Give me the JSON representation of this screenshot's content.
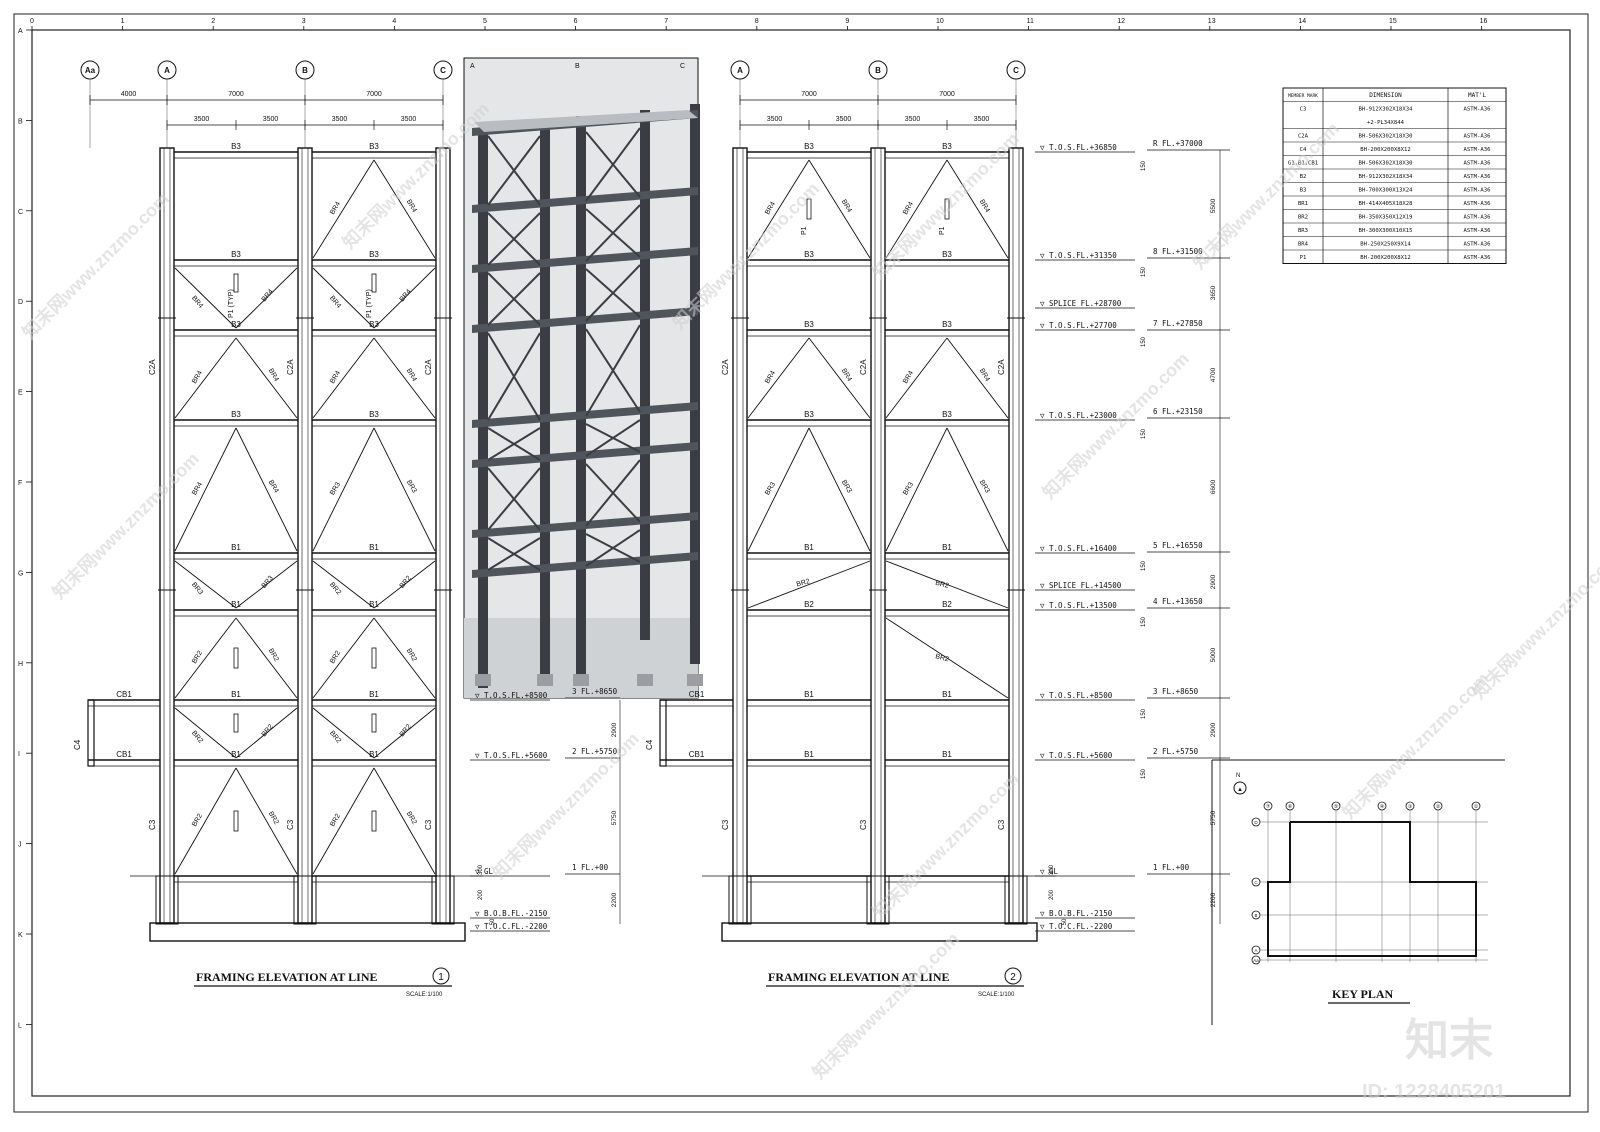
{
  "ruler": {
    "top": [
      "0",
      "1",
      "2",
      "3",
      "4",
      "5",
      "6",
      "7",
      "8",
      "9",
      "10",
      "11",
      "12",
      "13",
      "14",
      "15",
      "16"
    ],
    "left": [
      "A",
      "B",
      "C",
      "D",
      "E",
      "F",
      "G",
      "H",
      "I",
      "J",
      "K",
      "L"
    ]
  },
  "elev1": {
    "grid_labels": [
      "Aa",
      "A",
      "B",
      "C"
    ],
    "dim_top": [
      "4000",
      "7000",
      "7000"
    ],
    "dim_sub": [
      "3500",
      "3500",
      "3500",
      "3500"
    ],
    "title": "FRAMING ELEVATION AT LINE",
    "num": "1",
    "scale": "SCALE:1/100",
    "cols": [
      "C2A",
      "C2A",
      "C2A",
      "C3",
      "C3",
      "C3"
    ],
    "beams": [
      "B3",
      "B3",
      "B3",
      "B3",
      "B3",
      "B3",
      "B3",
      "B3",
      "B1",
      "B1",
      "B1",
      "B1",
      "B1",
      "B1",
      "B1",
      "B1",
      "CB1",
      "CB1"
    ],
    "braces": [
      "BR4",
      "BR4",
      "BR4",
      "BR4",
      "BR4",
      "BR4",
      "BR4",
      "BR4",
      "BR4",
      "BR4",
      "BR4",
      "BR4",
      "BR3",
      "BR3",
      "BR3",
      "BR3",
      "BR2",
      "BR2",
      "BR2",
      "BR2",
      "BR2",
      "BR2",
      "BR2",
      "BR2",
      "BR2",
      "BR2",
      "BR2",
      "BR2",
      "BR2",
      "BR2",
      "BR2",
      "BR2"
    ],
    "p1": [
      "P1 (TYP)",
      "P1 (TYP)"
    ],
    "c4": "C4"
  },
  "elev2": {
    "grid_labels": [
      "A",
      "B",
      "C"
    ],
    "dim_top": [
      "7000",
      "7000"
    ],
    "dim_sub": [
      "3500",
      "3500",
      "3500",
      "3500"
    ],
    "title": "FRAMING ELEVATION AT LINE",
    "num": "2",
    "scale": "SCALE:1/100",
    "cols": [
      "C2A",
      "C2A",
      "C2A",
      "C3",
      "C3",
      "C3"
    ],
    "beams": [
      "B3",
      "B3",
      "B3",
      "B3",
      "B3",
      "B3",
      "B3",
      "B3",
      "B1",
      "B1",
      "B2",
      "B2",
      "B1",
      "B1",
      "B1",
      "B1",
      "CB1",
      "CB1"
    ],
    "braces": [
      "BR4",
      "BR4",
      "BR4",
      "BR4",
      "BR4",
      "BR4",
      "BR4",
      "BR4",
      "BR3",
      "BR3",
      "BR3",
      "BR3",
      "BR2",
      "BR2",
      "BR2"
    ],
    "p1": [
      "P1",
      "P1"
    ],
    "c4": "C4"
  },
  "levels": {
    "tos": [
      "▽ T.O.S.FL.+36850",
      "▽ T.O.S.FL.+31350",
      "▽ SPLICE FL.+28700",
      "▽ T.O.S.FL.+27700",
      "▽ T.O.S.FL.+23000",
      "▽ T.O.S.FL.+16400",
      "▽ SPLICE FL.+14500",
      "▽ T.O.S.FL.+13500",
      "▽ T.O.S.FL.+8500",
      "▽ T.O.S.FL.+5600",
      "▽ GL",
      "▽ B.O.B.FL.-2150",
      "▽ T.O.C.FL.-2200"
    ],
    "fl": [
      "R FL.+37000",
      "8 FL.+31500",
      "7 FL.+27850",
      "6 FL.+23150",
      "5 FL.+16550",
      "4 FL.+13650",
      "3 FL.+8650",
      "2 FL.+5750",
      "1 FL.+00"
    ],
    "fl_left": [
      "3 FL.+8650",
      "2 FL.+5750",
      "1 FL.+00"
    ],
    "tos_left": [
      "▽ T.O.S.FL.+8500",
      "▽ T.O.S.FL.+5600",
      "▽ GL",
      "▽ B.O.B.FL.-2150",
      "▽ T.O.C.FL.-2200"
    ],
    "heights": [
      "5500",
      "3650",
      "4700",
      "6600",
      "2900",
      "5000",
      "2900",
      "5750",
      "2200"
    ],
    "small": [
      "150",
      "150",
      "150",
      "150",
      "150",
      "150",
      "150",
      "150",
      "300",
      "200",
      "50"
    ]
  },
  "table": {
    "headers": [
      "MEMBER MARK",
      "DIMENSION",
      "MAT'L"
    ],
    "rows": [
      [
        "C3",
        "BH-912X302X18X34",
        "ASTM-A36"
      ],
      [
        "",
        "+2-PL34X844",
        ""
      ],
      [
        "C2A",
        "BH-506X302X18X30",
        "ASTM-A36"
      ],
      [
        "C4",
        "BH-200X200X8X12",
        "ASTM-A36"
      ],
      [
        "G1,B1,CB1",
        "BH-506X302X18X30",
        "ASTM-A36"
      ],
      [
        "B2",
        "BH-912X302X18X34",
        "ASTM-A36"
      ],
      [
        "B3",
        "BH-700X300X13X24",
        "ASTM-A36"
      ],
      [
        "BR1",
        "BH-414X405X18X28",
        "ASTM-A36"
      ],
      [
        "BR2",
        "BH-350X350X12X19",
        "ASTM-A36"
      ],
      [
        "BR3",
        "BH-300X300X10X15",
        "ASTM-A36"
      ],
      [
        "BR4",
        "BH-250X250X9X14",
        "ASTM-A36"
      ],
      [
        "P1",
        "BH-200X200X8X12",
        "ASTM-A36"
      ]
    ]
  },
  "keyplan": {
    "title": "KEY PLAN",
    "north": "N",
    "cols": [
      "⑦",
      "⑥",
      "⑤",
      "④",
      "③",
      "②",
      "①"
    ],
    "rows": [
      "D",
      "C",
      "B",
      "A",
      "Aa"
    ]
  },
  "render_labels": [
    "A",
    "B",
    "C"
  ],
  "watermark": {
    "brand": "知末",
    "id": "ID: 1228405201",
    "site": "知末网www.znzmo.com"
  }
}
